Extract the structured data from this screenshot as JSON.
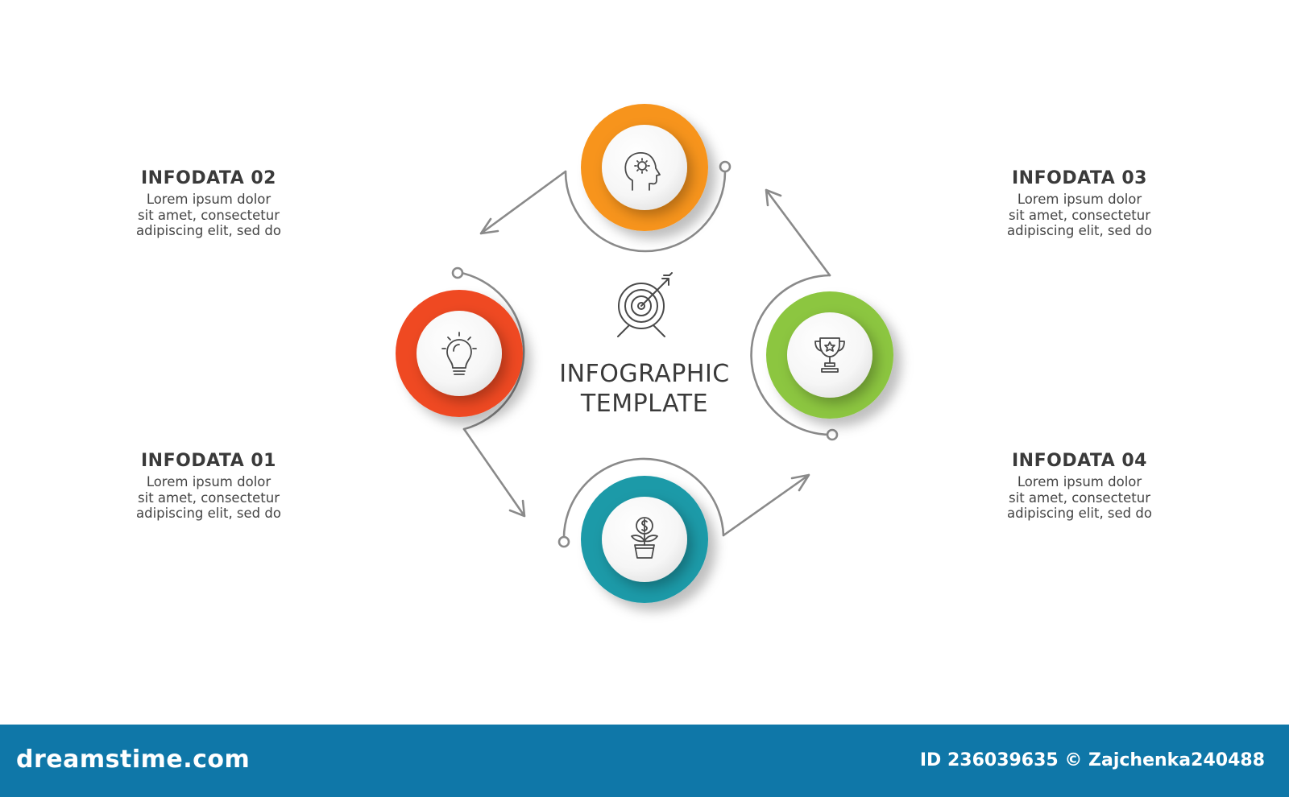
{
  "center": {
    "title_line1": "INFOGRAPHIC",
    "title_line2": "TEMPLATE",
    "icon": "target-icon"
  },
  "steps": [
    {
      "id": "01",
      "title": "INFODATA 01",
      "lines": [
        "Lorem ipsum dolor",
        "sit amet, consectetur",
        "adipiscing elit, sed do"
      ],
      "color": "#ef4a23",
      "icon": "lightbulb-icon"
    },
    {
      "id": "02",
      "title": "INFODATA 02",
      "lines": [
        "Lorem ipsum dolor",
        "sit amet, consectetur",
        "adipiscing elit, sed do"
      ],
      "color": "#f7941d",
      "icon": "head-gear-icon"
    },
    {
      "id": "03",
      "title": "INFODATA 03",
      "lines": [
        "Lorem ipsum dolor",
        "sit amet, consectetur",
        "adipiscing elit, sed do"
      ],
      "color": "#8cc63f",
      "icon": "trophy-icon"
    },
    {
      "id": "04",
      "title": "INFODATA 04",
      "lines": [
        "Lorem ipsum dolor",
        "sit amet, consectetur",
        "adipiscing elit, sed do"
      ],
      "color": "#1a9aa8",
      "icon": "money-plant-icon"
    }
  ],
  "footer": {
    "logo": "dreamstime.com",
    "credit": "ID 236039635 © Zajchenka240488",
    "background": "#0f77a8"
  }
}
